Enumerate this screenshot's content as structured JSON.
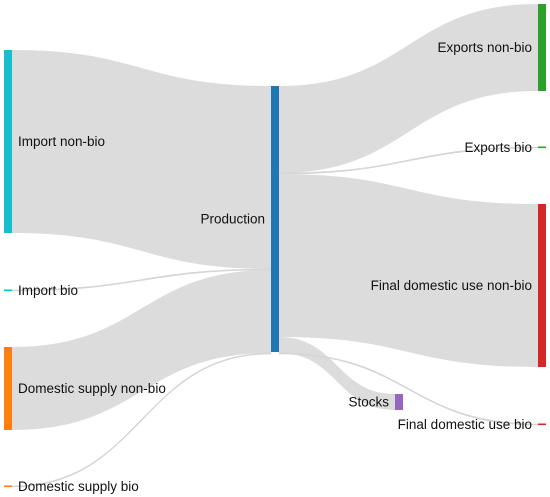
{
  "diagram": {
    "type": "sankey",
    "link_color": "#dcdcdc",
    "nodes": [
      {
        "id": "import_nonbio",
        "label": "Import non-bio",
        "color": "#17becf"
      },
      {
        "id": "import_bio",
        "label": "Import bio",
        "color": "#17becf"
      },
      {
        "id": "domestic_nonbio",
        "label": "Domestic supply non-bio",
        "color": "#ff7f0e"
      },
      {
        "id": "domestic_bio",
        "label": "Domestic supply bio",
        "color": "#ff7f0e"
      },
      {
        "id": "production",
        "label": "Production",
        "color": "#1f77b4"
      },
      {
        "id": "exports_nonbio",
        "label": "Exports non-bio",
        "color": "#2ca02c"
      },
      {
        "id": "exports_bio",
        "label": "Exports bio",
        "color": "#2ca02c"
      },
      {
        "id": "final_nonbio",
        "label": "Final domestic use non-bio",
        "color": "#d62728"
      },
      {
        "id": "stocks",
        "label": "Stocks",
        "color": "#9467bd"
      },
      {
        "id": "final_bio",
        "label": "Final domestic use bio",
        "color": "#d62728"
      }
    ],
    "links": [
      {
        "source": "import_nonbio",
        "target": "production",
        "value": 183
      },
      {
        "source": "import_bio",
        "target": "production",
        "value": 1
      },
      {
        "source": "domestic_nonbio",
        "target": "production",
        "value": 83
      },
      {
        "source": "domestic_bio",
        "target": "production",
        "value": 1
      },
      {
        "source": "production",
        "target": "exports_nonbio",
        "value": 87
      },
      {
        "source": "production",
        "target": "exports_bio",
        "value": 1
      },
      {
        "source": "production",
        "target": "final_nonbio",
        "value": 163
      },
      {
        "source": "production",
        "target": "stocks",
        "value": 16
      },
      {
        "source": "production",
        "target": "final_bio",
        "value": 1
      }
    ]
  }
}
